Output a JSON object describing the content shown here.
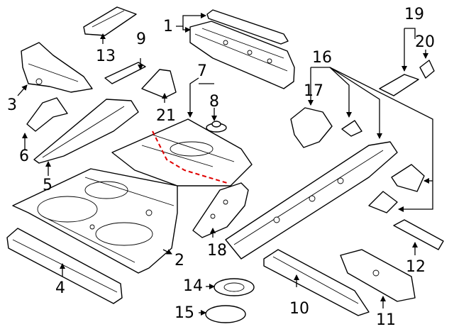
{
  "callouts": {
    "c1": "1",
    "c2": "2",
    "c3": "3",
    "c4": "4",
    "c5": "5",
    "c6": "6",
    "c7": "7",
    "c8": "8",
    "c9": "9",
    "c10": "10",
    "c11": "11",
    "c12": "12",
    "c13": "13",
    "c14": "14",
    "c15": "15",
    "c16": "16",
    "c17": "17",
    "c18": "18",
    "c19": "19",
    "c20": "20",
    "c21": "21"
  },
  "colors": {
    "line": "#000000",
    "background": "#ffffff",
    "cut_line": "#e00000"
  }
}
